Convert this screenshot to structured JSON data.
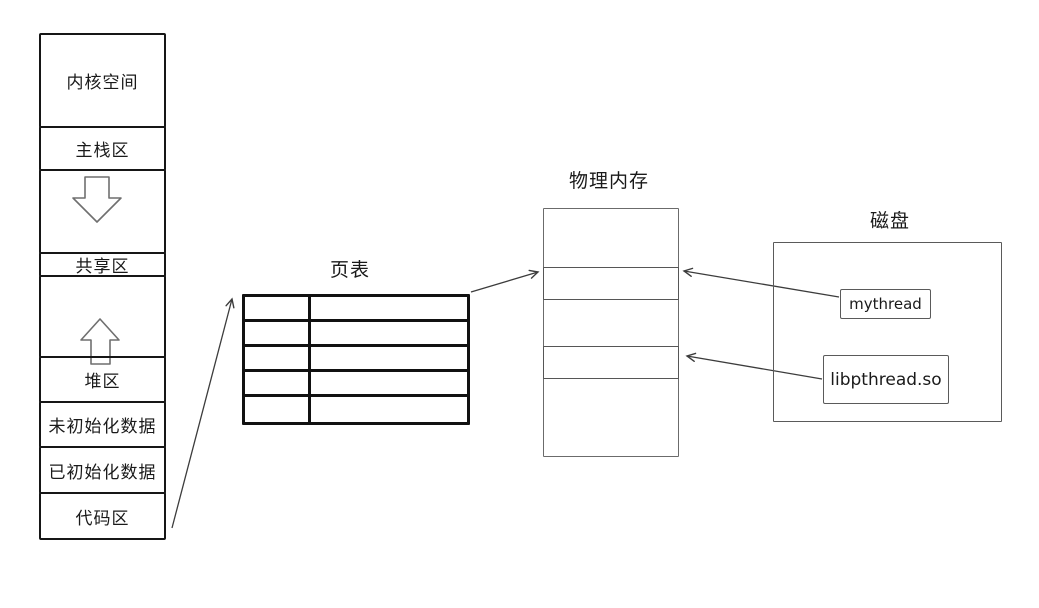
{
  "diagram": {
    "process_address_space": {
      "segments": [
        {
          "type": "box",
          "label": "内核空间"
        },
        {
          "type": "box",
          "label": "主栈区"
        },
        {
          "type": "arrow-down",
          "label": ""
        },
        {
          "type": "box",
          "label": "共享区"
        },
        {
          "type": "arrow-up",
          "label": ""
        },
        {
          "type": "box",
          "label": "堆区"
        },
        {
          "type": "box",
          "label": "未初始化数据"
        },
        {
          "type": "box",
          "label": "已初始化数据"
        },
        {
          "type": "box",
          "label": "代码区"
        }
      ]
    },
    "page_table": {
      "title": "页表",
      "rows": 5,
      "columns": 2
    },
    "physical_memory": {
      "title": "物理内存",
      "highlighted_frames": 2
    },
    "disk": {
      "title": "磁盘",
      "files": [
        {
          "name": "mythread"
        },
        {
          "name": "libpthread.so"
        }
      ]
    },
    "colors": {
      "stroke_dark": "#161616",
      "stroke_light": "#6b6b6b",
      "background": "#ffffff"
    }
  }
}
